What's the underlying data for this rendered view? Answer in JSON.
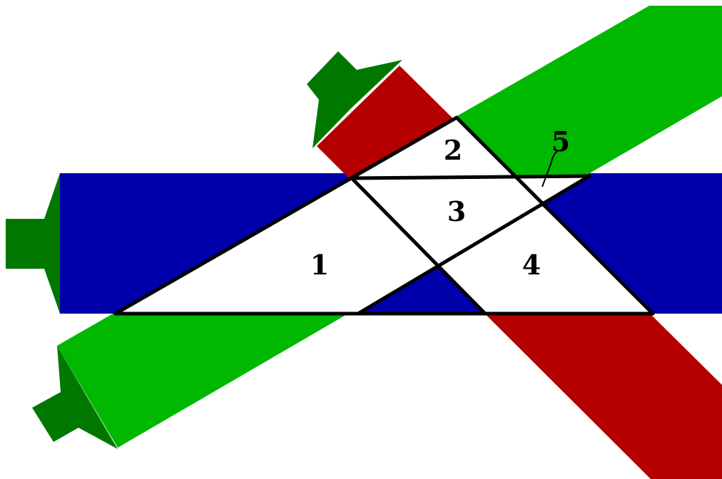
{
  "colors": {
    "background": "#ffffff",
    "blue_band": "#0000aa",
    "green_band": "#00b800",
    "red_band": "#b50000",
    "arrow": "#007800",
    "outline": "#000000",
    "region_fill": "#ffffff"
  },
  "arrows": [
    {
      "name": "arrow-blue-band",
      "icon": "arrow-left-icon"
    },
    {
      "name": "arrow-green-band",
      "icon": "arrow-down-left-icon"
    },
    {
      "name": "arrow-red-band",
      "icon": "arrow-up-left-icon"
    }
  ],
  "regions": [
    {
      "id": "1",
      "label": "1"
    },
    {
      "id": "2",
      "label": "2"
    },
    {
      "id": "3",
      "label": "3"
    },
    {
      "id": "4",
      "label": "4"
    },
    {
      "id": "5",
      "label": "5"
    }
  ]
}
